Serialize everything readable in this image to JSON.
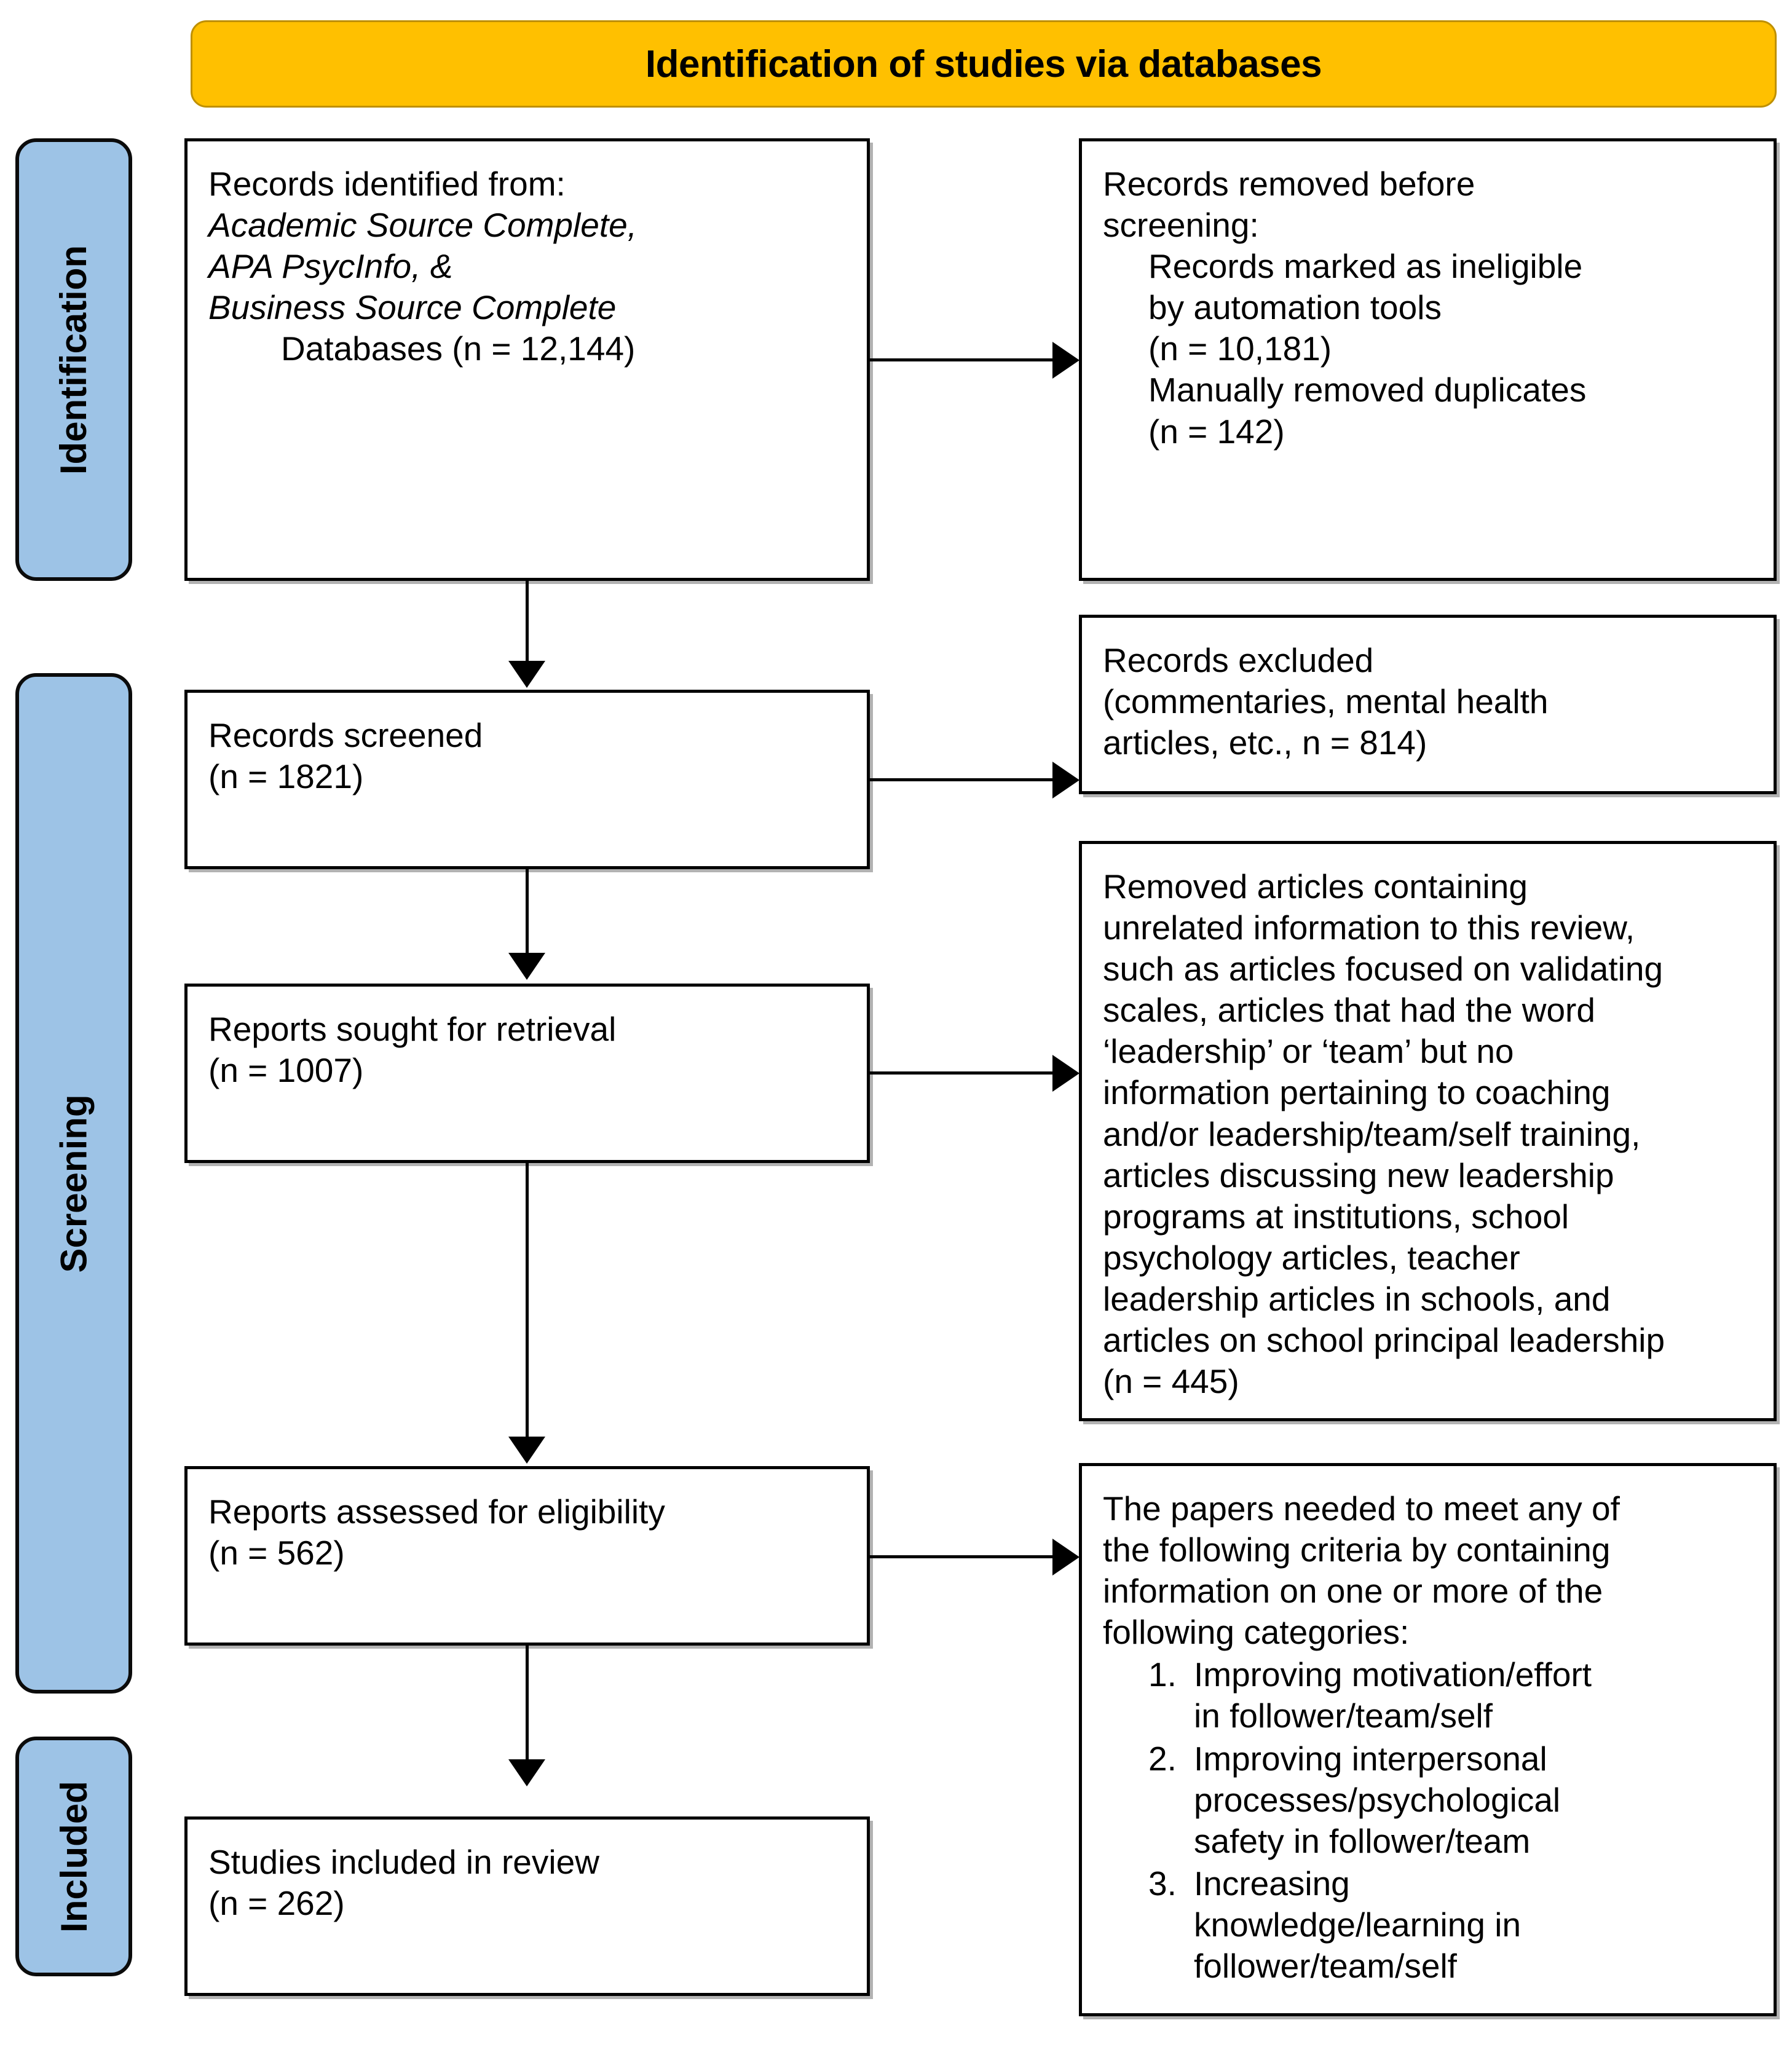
{
  "header": {
    "title": "Identification of studies via databases",
    "background_color": "#FFC000"
  },
  "stages": {
    "identification": "Identification",
    "screening": "Screening",
    "included": "Included",
    "background_color": "#9DC3E6"
  },
  "boxes": {
    "identified": {
      "line1": "Records identified from:",
      "line2": "Academic Source Complete,",
      "line3": "APA PsycInfo, &",
      "line4": "Business Source Complete",
      "line5": "Databases (n = 12,144)"
    },
    "removed_before_screening": {
      "line1": "Records removed",
      "line1_italic": "before",
      "line2_italic": "screening",
      "line2_tail": ":",
      "line3": "Records marked as ineligible",
      "line4": "by automation tools",
      "line5": "(n = 10,181)",
      "line6": "Manually removed duplicates",
      "line7": "(n = 142)"
    },
    "screened": {
      "line1": "Records screened",
      "line2": "(n = 1821)"
    },
    "excluded": {
      "line1": "Records excluded",
      "line2": "(commentaries, mental health",
      "line3": "articles, etc., n = 814)"
    },
    "sought": {
      "line1": "Reports sought for retrieval",
      "line2": "(n = 1007)"
    },
    "removed_unrelated": {
      "line1": "Removed articles containing",
      "line2": "unrelated information to this review,",
      "line3": "such as articles focused on validating",
      "line4": "scales, articles that had the word",
      "line5": "‘leadership’ or ‘team’ but no",
      "line6": "information pertaining to coaching",
      "line7": "and/or leadership/team/self training,",
      "line8": "articles discussing new leadership",
      "line9": "programs at institutions, school",
      "line10": "psychology articles, teacher",
      "line11": "leadership articles in schools, and",
      "line12": "articles on school principal leadership",
      "line13": "(n = 445)"
    },
    "assessed": {
      "line1": "Reports assessed for eligibility",
      "line2": "(n = 562)"
    },
    "criteria": {
      "line1": "The papers needed to meet any of",
      "line2": "the following criteria by containing",
      "line3": "information on one or more of the",
      "line4": "following categories:",
      "items": [
        {
          "num": "1.",
          "line1": "Improving motivation/effort",
          "line2": "in follower/team/self"
        },
        {
          "num": "2.",
          "line1": "Improving interpersonal",
          "line2": "processes/psychological",
          "line3": "safety in follower/team"
        },
        {
          "num": "3.",
          "line1": "Increasing",
          "line2": "knowledge/learning in",
          "line3": "follower/team/self"
        }
      ]
    },
    "studies_included": {
      "line1": "Studies included in review",
      "line2": "(n = 262)"
    }
  },
  "chart_data": {
    "type": "diagram",
    "title": "Identification of studies via databases",
    "diagram_kind": "PRISMA flow diagram",
    "stages": [
      "Identification",
      "Screening",
      "Included"
    ],
    "nodes": [
      {
        "id": "identified",
        "stage": "Identification",
        "label": "Records identified from: Academic Source Complete, APA PsycInfo, & Business Source Complete Databases",
        "n": 12144
      },
      {
        "id": "removed_before_screening",
        "stage": "Identification",
        "label": "Records removed before screening: Records marked as ineligible by automation tools",
        "n": 10181
      },
      {
        "id": "manually_removed_duplicates",
        "stage": "Identification",
        "label": "Manually removed duplicates",
        "n": 142
      },
      {
        "id": "screened",
        "stage": "Screening",
        "label": "Records screened",
        "n": 1821
      },
      {
        "id": "excluded",
        "stage": "Screening",
        "label": "Records excluded (commentaries, mental health articles, etc.)",
        "n": 814
      },
      {
        "id": "sought",
        "stage": "Screening",
        "label": "Reports sought for retrieval",
        "n": 1007
      },
      {
        "id": "removed_unrelated",
        "stage": "Screening",
        "label": "Removed articles containing unrelated information to this review",
        "n": 445
      },
      {
        "id": "assessed",
        "stage": "Screening",
        "label": "Reports assessed for eligibility",
        "n": 562
      },
      {
        "id": "studies_included",
        "stage": "Included",
        "label": "Studies included in review",
        "n": 262
      }
    ],
    "edges": [
      {
        "from": "identified",
        "to": "removed_before_screening",
        "direction": "right"
      },
      {
        "from": "identified",
        "to": "screened",
        "direction": "down"
      },
      {
        "from": "screened",
        "to": "excluded",
        "direction": "right"
      },
      {
        "from": "screened",
        "to": "sought",
        "direction": "down"
      },
      {
        "from": "sought",
        "to": "removed_unrelated",
        "direction": "right"
      },
      {
        "from": "sought",
        "to": "assessed",
        "direction": "down"
      },
      {
        "from": "assessed",
        "to": "criteria",
        "direction": "right"
      },
      {
        "from": "assessed",
        "to": "studies_included",
        "direction": "down"
      }
    ]
  }
}
